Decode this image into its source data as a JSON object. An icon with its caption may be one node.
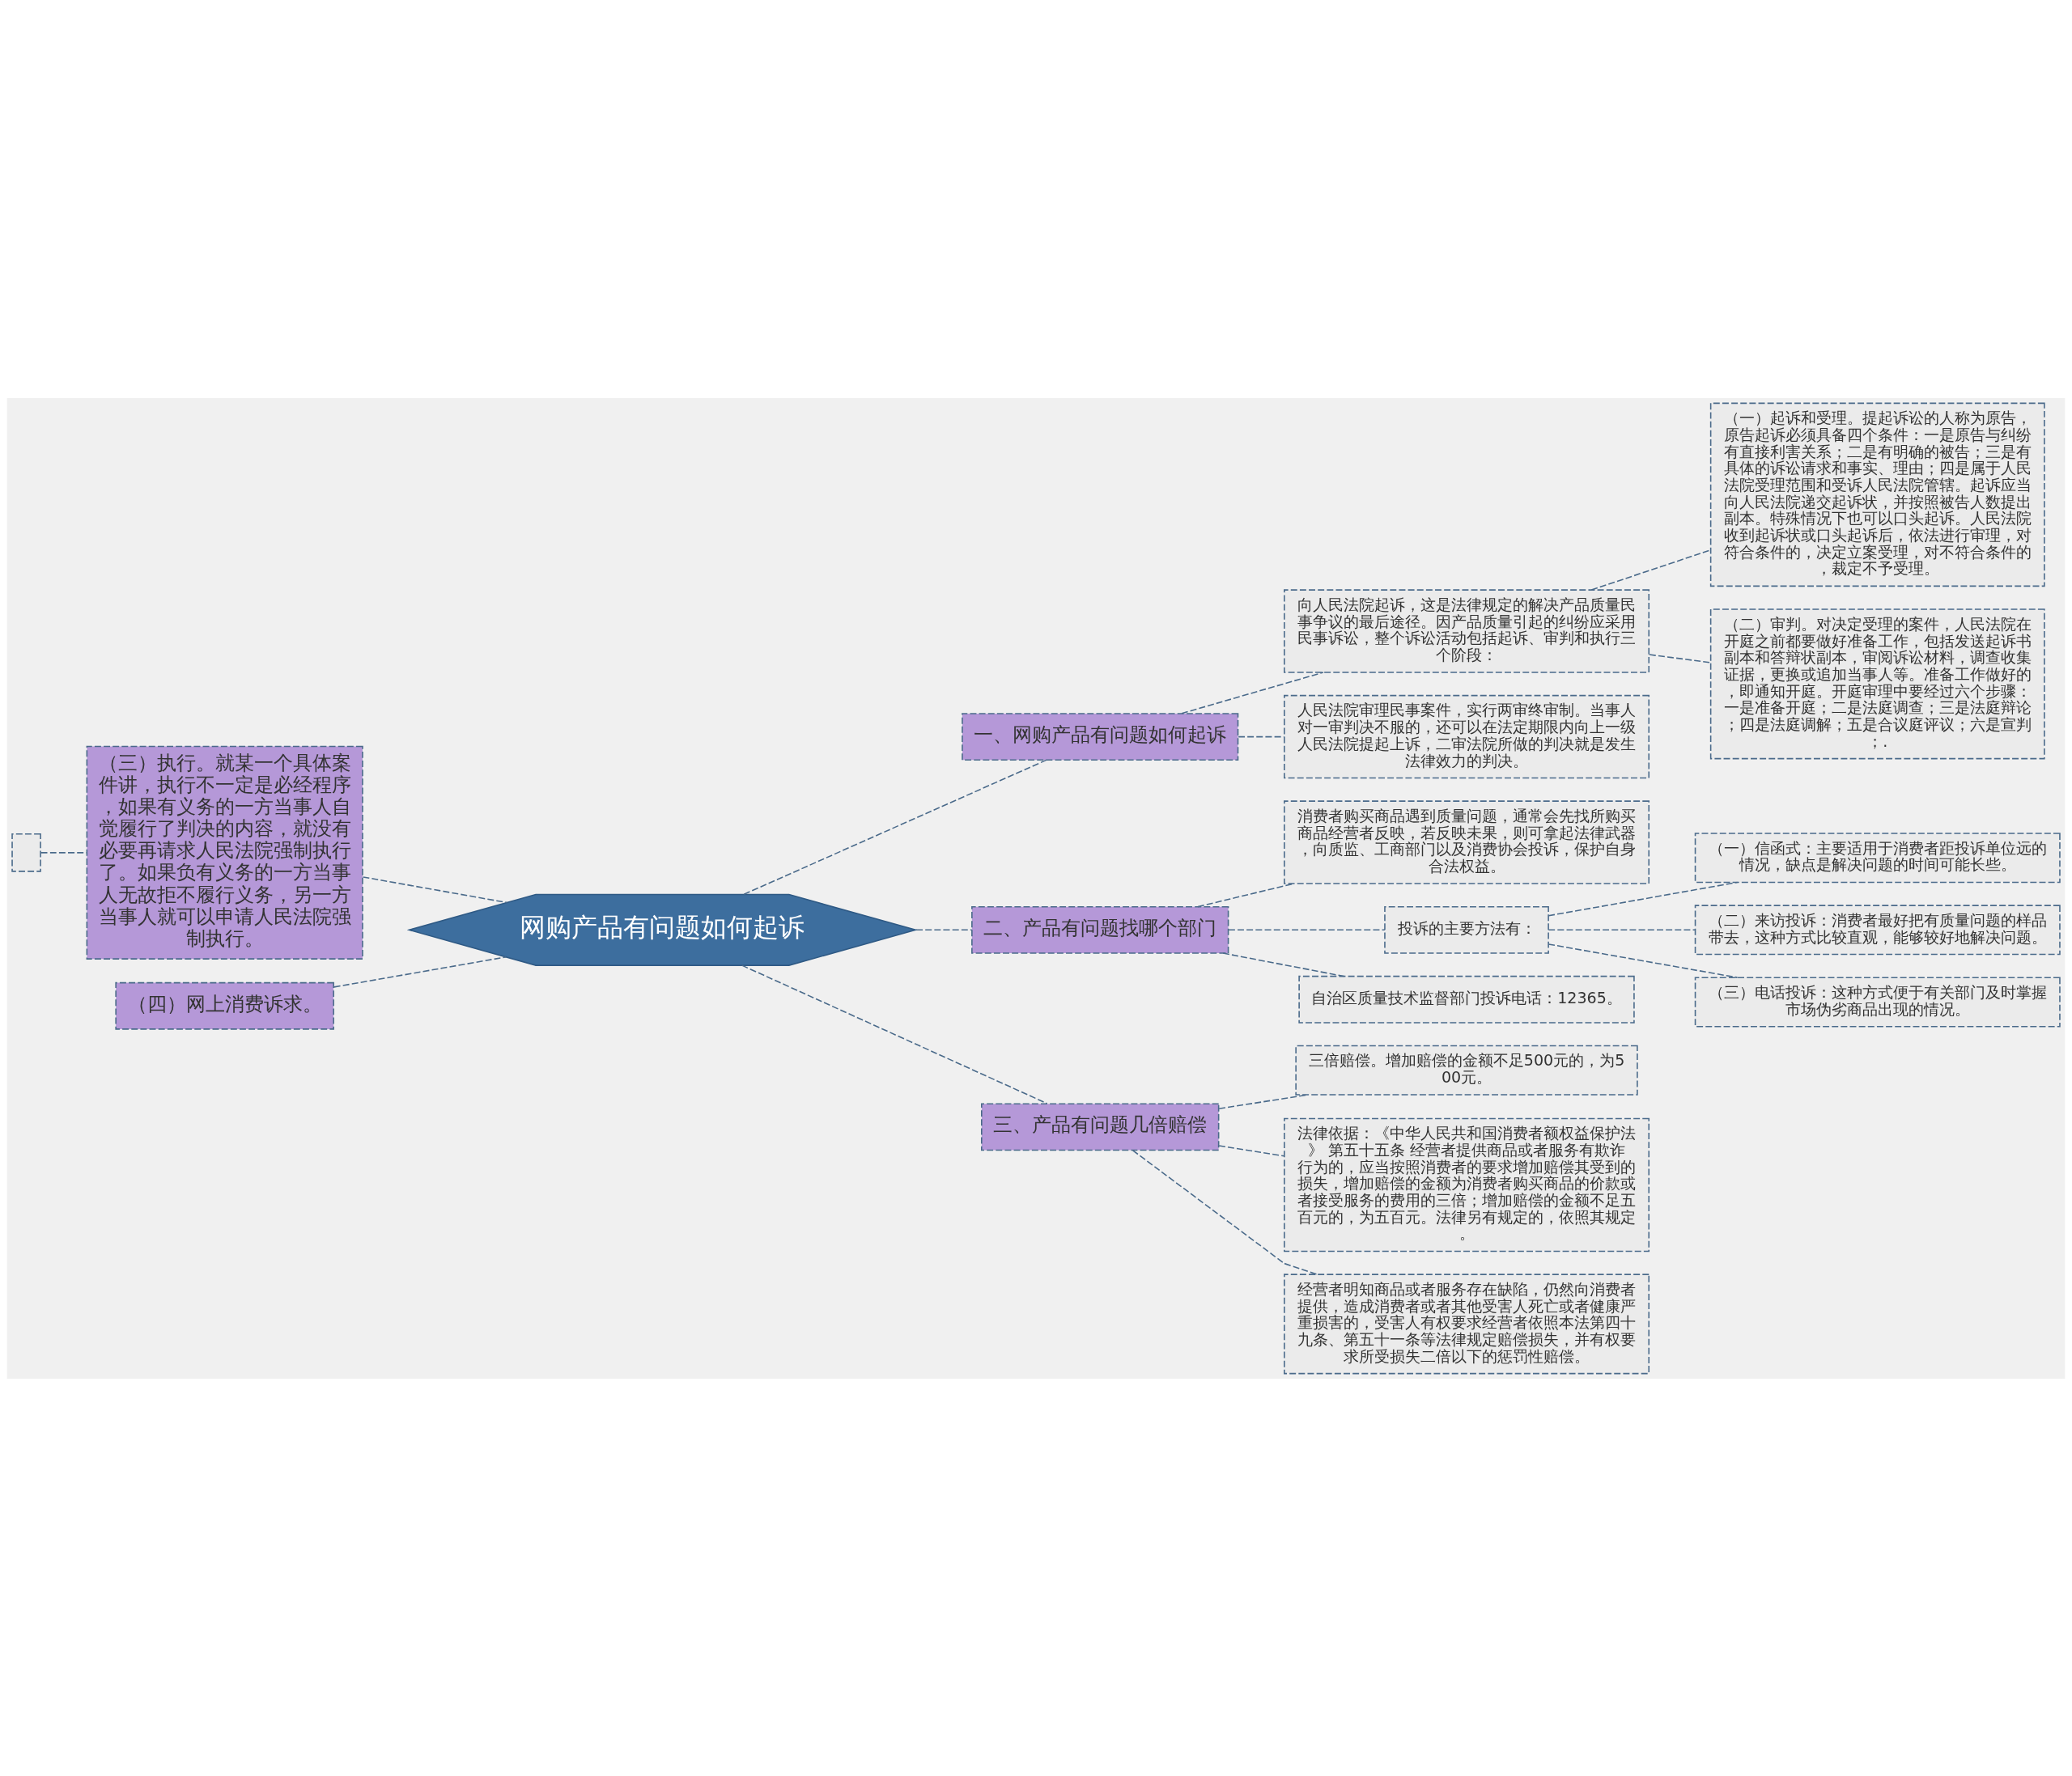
{
  "diagram": {
    "nodes": [
      {
        "text": [
          "网购产品有问题如何起诉"
        ]
      },
      {
        "text": [
          "一、网购产品有问题如何起诉"
        ]
      },
      {
        "text": [
          "向人民法院起诉，这是法律规定的解决产品质量民事争议的最后途径。因产品质量引起的纠纷应采用民事诉讼，整个诉讼活动包括起诉、审判和执行三个阶段："
        ]
      },
      {
        "text": [
          "（一）起诉和受理。提起诉讼的人称为原告，原告起诉必须具备四个条件：一是原告与纠纷有直接利害关系；二是有明确的被告；三是有具体的诉讼请求和事实、理由；四是属于人民法院受理范围和受诉人民法院管辖。起诉应当向人民法院递交起诉状，并按照被告人数提出副本。特殊情况下也可以口头起诉。人民法院收到起诉状或口头起诉后，依法进行审理，对符合条件的，决定立案受理，对不符合条件的，裁定不予受理。"
        ]
      },
      {
        "text": [
          "（二）审判。对决定受理的案件，人民法院在开庭之前都要做好准备工作，包括发送起诉书副本和答辩状副本，审阅诉讼材料，调查收集证据，更换或追加当事人等。准备工作做好的，即通知开庭。开庭审理中要经过六个步骤：一是准备开庭；二是法庭调查；三是法庭辩论；四是法庭调解；五是合议庭评议；六是宣判；."
        ]
      },
      {
        "text": [
          "人民法院审理民事案件，实行两审终审制。当事人对一审判决不服的，还可以在法定期限内向上一级人民法院提起上诉，二审法院所做的判决就是发生法律效力的判决。"
        ]
      },
      {
        "text": [
          "二、产品有问题找哪个部门"
        ]
      },
      {
        "text": [
          "消费者购买商品遇到质量问题，通常会先找所购买商品经营者反映，若反映未果，则可拿起法律武器，向质监、工商部门以及消费协会投诉，保护自身合法权益。"
        ]
      },
      {
        "text": [
          "投诉的主要方法有："
        ]
      },
      {
        "text": [
          "（一）信函式：主要适用于消费者距投诉单位远的情况，缺点是解决问题的时间可能长些。"
        ]
      },
      {
        "text": [
          "（二）来访投诉：消费者最好把有质量问题的样品带去，这种方式比较直观，能够较好地解决问题。"
        ]
      },
      {
        "text": [
          "（三）电话投诉：这种方式便于有关部门及时掌握市场伪劣商品出现的情况。"
        ]
      },
      {
        "text": [
          "自治区质量技术监督部门投诉电话：12365。"
        ]
      },
      {
        "text": [
          "三、产品有问题几倍赔偿"
        ]
      },
      {
        "text": [
          "三倍赔偿。增加赔偿的金额不足500元的，为500元。"
        ]
      },
      {
        "text": [
          "法律依据：《中华人民共和国消费者额权益保护法》 第五十五条 经营者提供商品或者服务有欺诈行为的，应当按照消费者的要求增加赔偿其受到的损失，增加赔偿的金额为消费者购买商品的价款或者接受服务的费用的三倍；增加赔偿的金额不足五百元的，为五百元。法律另有规定的，依照其规定。"
        ]
      },
      {
        "text": [
          "经营者明知商品或者服务存在缺陷，仍然向消费者提供，造成消费者或者其他受害人死亡或者健康严重损害的，受害人有权要求经营者依照本法第四十九条、第五十一条等法律规定赔偿损失，并有权要求所受损失二倍以下的惩罚性赔偿。"
        ]
      },
      {
        "text": [
          "（三）执行。就某一个具体案件讲，执行不一定是必经程序，如果有义务的一方当事人自觉履行了判决的内容，就没有必要再请求人民法院强制执行了。如果负有义务的一方当事人无故拒不履行义务，另一方当事人就可以申请人民法院强制执行。"
        ]
      },
      {
        "text": [],
        "shape": "box"
      },
      {
        "text": [
          "（四）网上消费诉求。"
        ]
      }
    ],
    "edges": [
      {
        "from": 0,
        "to": 1,
        "arrow": "none"
      },
      {
        "from": 1,
        "to": 2,
        "arrow": "none"
      },
      {
        "from": 2,
        "to": 3,
        "arrow": "none"
      },
      {
        "from": 2,
        "to": 4,
        "arrow": "none"
      },
      {
        "from": 1,
        "to": 5,
        "arrow": "none"
      },
      {
        "from": 0,
        "to": 6,
        "arrow": "none"
      },
      {
        "from": 6,
        "to": 7,
        "arrow": "none"
      },
      {
        "from": 6,
        "to": 8,
        "arrow": "none"
      },
      {
        "from": 8,
        "to": 9,
        "arrow": "none"
      },
      {
        "from": 8,
        "to": 10,
        "arrow": "none"
      },
      {
        "from": 8,
        "to": 11,
        "arrow": "none"
      },
      {
        "from": 6,
        "to": 12,
        "arrow": "none"
      },
      {
        "from": 0,
        "to": 13,
        "arrow": "none"
      },
      {
        "from": 13,
        "to": 14,
        "arrow": "none"
      },
      {
        "from": 13,
        "to": 15,
        "arrow": "none"
      },
      {
        "from": 13,
        "to": 16,
        "arrow": "none"
      },
      {
        "from": 0,
        "to": 17,
        "arrow": "none"
      },
      {
        "from": 17,
        "to": 18,
        "arrow": "none"
      },
      {
        "from": 0,
        "to": 19,
        "arrow": "none"
      }
    ]
  }
}
